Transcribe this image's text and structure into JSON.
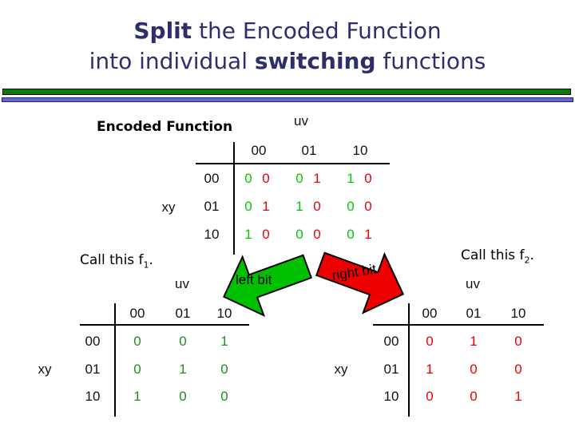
{
  "title": {
    "line1_bold": "Split",
    "line1_rest": " the Encoded Function",
    "line2_pre": "into individual ",
    "line2_bold": "switching",
    "line2_post": " functions"
  },
  "encoded_map": {
    "label": "Encoded Function",
    "col_axis": "uv",
    "row_axis": "xy",
    "col_headers": [
      "00",
      "01",
      "10"
    ],
    "row_headers": [
      "00",
      "01",
      "10"
    ],
    "rows": [
      {
        "cells": [
          {
            "left": "0",
            "right": "0"
          },
          {
            "left": "0",
            "right": "1"
          },
          {
            "left": "1",
            "right": "0"
          }
        ]
      },
      {
        "cells": [
          {
            "left": "0",
            "right": "1"
          },
          {
            "left": "1",
            "right": "0"
          },
          {
            "left": "0",
            "right": "0"
          }
        ]
      },
      {
        "cells": [
          {
            "left": "1",
            "right": "0"
          },
          {
            "left": "0",
            "right": "0"
          },
          {
            "left": "0",
            "right": "1"
          }
        ]
      }
    ]
  },
  "f1_map": {
    "caption_pre": "Call this f",
    "caption_sub": "1",
    "caption_post": ".",
    "col_axis": "uv",
    "row_axis": "xy",
    "col_headers": [
      "00",
      "01",
      "10"
    ],
    "row_headers": [
      "00",
      "01",
      "10"
    ],
    "rows": [
      [
        "0",
        "0",
        "1"
      ],
      [
        "0",
        "1",
        "0"
      ],
      [
        "1",
        "0",
        "0"
      ]
    ]
  },
  "f2_map": {
    "caption_pre": "Call this f",
    "caption_sub": "2",
    "caption_post": ".",
    "col_axis": "uv",
    "row_axis": "xy",
    "col_headers": [
      "00",
      "01",
      "10"
    ],
    "row_headers": [
      "00",
      "01",
      "10"
    ],
    "rows": [
      [
        "0",
        "1",
        "0"
      ],
      [
        "1",
        "0",
        "0"
      ],
      [
        "0",
        "0",
        "1"
      ]
    ]
  },
  "arrows": {
    "left_label": "left bit",
    "right_label": "right bit"
  },
  "colors": {
    "title": "#2e2e6b",
    "bright_green_bit": "#00cc00",
    "bright_red_bit": "#ee0000",
    "f1_green": "#228b22",
    "f2_red": "#ee0000",
    "arrow_green": "#00c000",
    "arrow_red": "#ee0000",
    "bar_green": "#0a7a0a",
    "bar_blue": "#6666cc"
  }
}
